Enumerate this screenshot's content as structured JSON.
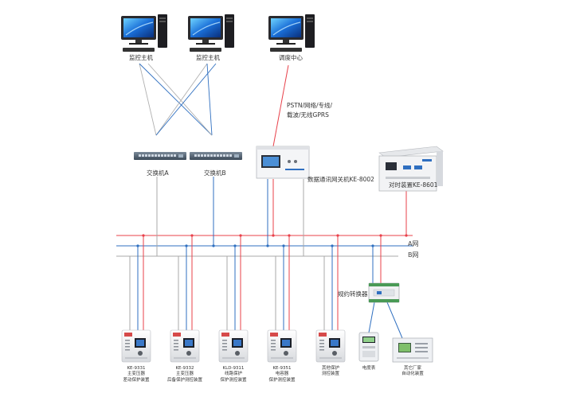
{
  "workstations": [
    {
      "label": "监控主机"
    },
    {
      "label": "监控主机"
    },
    {
      "label": "调度中心"
    }
  ],
  "channel_text": {
    "line1": "PSTN/网络/专线/",
    "line2": "载波/无线GPRS"
  },
  "switches": [
    {
      "label": "交换机A"
    },
    {
      "label": "交换机B"
    }
  ],
  "gateway": {
    "label": "数据通讯网关机KE-8002"
  },
  "timesync": {
    "label": "对时装置KE-8601"
  },
  "networks": {
    "a": "A网",
    "b": "B网"
  },
  "protocol_converter": {
    "label": "规约转换器"
  },
  "devices": [
    {
      "line1": "KE-9331",
      "line2": "主变压器",
      "line3": "差动保护装置"
    },
    {
      "line1": "KE-9332",
      "line2": "主变压器",
      "line3": "后备保护测控装置"
    },
    {
      "line1": "KLD-9311",
      "line2": "线路保护",
      "line3": "保护测控装置"
    },
    {
      "line1": "KE-9351",
      "line2": "电容器",
      "line3": "保护测控装置"
    },
    {
      "line1": "其他保护",
      "line2": "测控装置",
      "line3": ""
    },
    {
      "line1": "电度表",
      "line2": "",
      "line3": ""
    },
    {
      "line1": "其它厂家",
      "line2": "自动化装置",
      "line3": ""
    }
  ],
  "colors": {
    "a_net": "#e8404a",
    "b_net": "#2f6fc0",
    "gray_line": "#a8a8a8"
  }
}
